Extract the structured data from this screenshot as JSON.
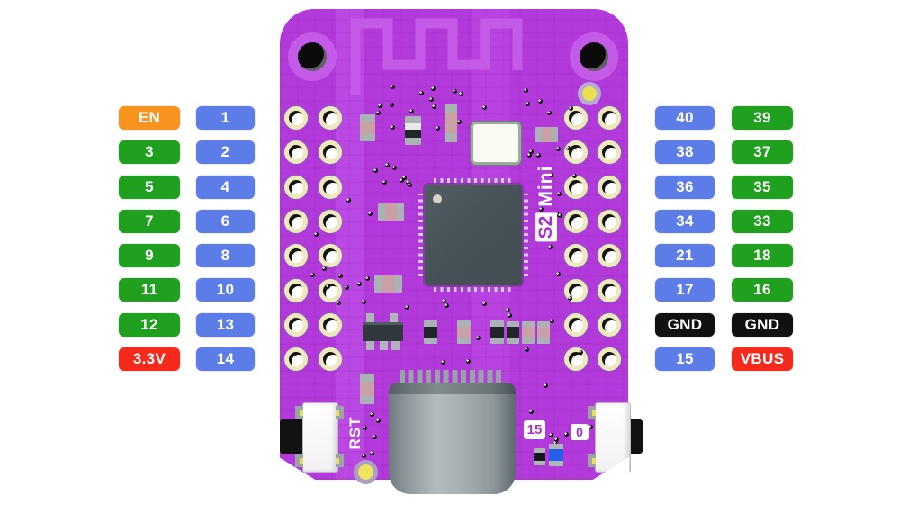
{
  "colors": {
    "orange": "#F7941D",
    "green": "#1FA11F",
    "blue": "#5C7CE8",
    "red": "#F62A1C",
    "black": "#111111"
  },
  "pins": {
    "left_outer": [
      {
        "label": "EN",
        "color": "orange"
      },
      {
        "label": "3",
        "color": "green"
      },
      {
        "label": "5",
        "color": "green"
      },
      {
        "label": "7",
        "color": "green"
      },
      {
        "label": "9",
        "color": "green"
      },
      {
        "label": "11",
        "color": "green"
      },
      {
        "label": "12",
        "color": "green"
      },
      {
        "label": "3.3V",
        "color": "red"
      }
    ],
    "left_inner": [
      {
        "label": "1",
        "color": "blue"
      },
      {
        "label": "2",
        "color": "blue"
      },
      {
        "label": "4",
        "color": "blue"
      },
      {
        "label": "6",
        "color": "blue"
      },
      {
        "label": "8",
        "color": "blue"
      },
      {
        "label": "10",
        "color": "blue"
      },
      {
        "label": "13",
        "color": "blue"
      },
      {
        "label": "14",
        "color": "blue"
      }
    ],
    "right_inner": [
      {
        "label": "40",
        "color": "blue"
      },
      {
        "label": "38",
        "color": "blue"
      },
      {
        "label": "36",
        "color": "blue"
      },
      {
        "label": "34",
        "color": "blue"
      },
      {
        "label": "21",
        "color": "blue"
      },
      {
        "label": "17",
        "color": "blue"
      },
      {
        "label": "GND",
        "color": "black"
      },
      {
        "label": "15",
        "color": "blue"
      }
    ],
    "right_outer": [
      {
        "label": "39",
        "color": "green"
      },
      {
        "label": "37",
        "color": "green"
      },
      {
        "label": "35",
        "color": "green"
      },
      {
        "label": "33",
        "color": "green"
      },
      {
        "label": "18",
        "color": "green"
      },
      {
        "label": "16",
        "color": "green"
      },
      {
        "label": "GND",
        "color": "black"
      },
      {
        "label": "VBUS",
        "color": "red"
      }
    ]
  },
  "silkscreen": {
    "model_s2": "S2",
    "model_mini": "Mini",
    "reset": "RST",
    "boot": "0",
    "led_pin": "15"
  }
}
